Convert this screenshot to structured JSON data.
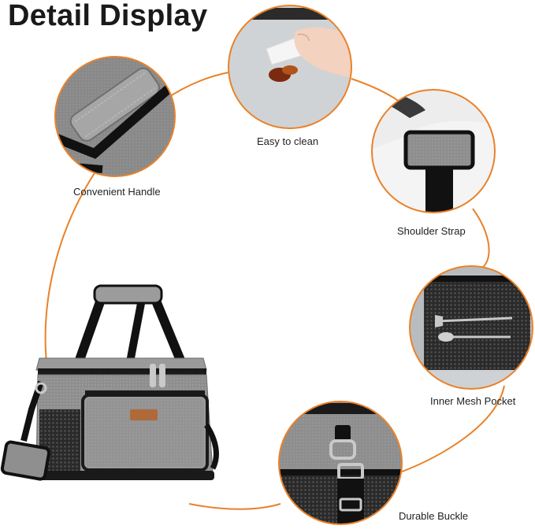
{
  "title": "Detail Display",
  "colors": {
    "accent": "#e8822a",
    "fabric": "#8a8a8a",
    "fabric_light": "#a3a3a3",
    "strap": "#111111",
    "background": "#ffffff"
  },
  "callouts": [
    {
      "id": "handle",
      "label": "Convenient Handle"
    },
    {
      "id": "clean",
      "label": "Easy to clean"
    },
    {
      "id": "strap",
      "label": "Shoulder Strap"
    },
    {
      "id": "pocket",
      "label": "Inner Mesh Pocket"
    },
    {
      "id": "buckle",
      "label": "Durable Buckle"
    }
  ]
}
